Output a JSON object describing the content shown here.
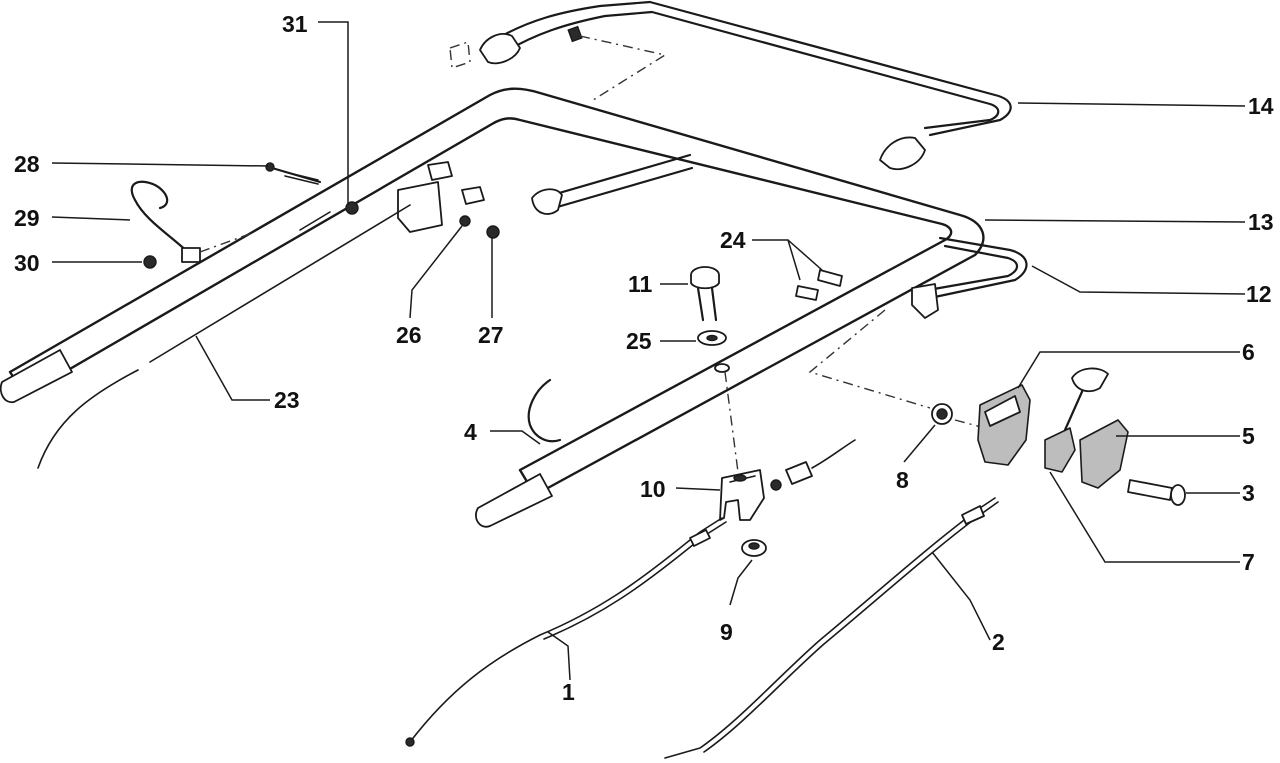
{
  "callouts": {
    "c1": "1",
    "c2": "2",
    "c3": "3",
    "c4": "4",
    "c5": "5",
    "c6": "6",
    "c7": "7",
    "c8": "8",
    "c9": "9",
    "c10": "10",
    "c11": "11",
    "c12": "12",
    "c13": "13",
    "c14": "14",
    "c23": "23",
    "c24": "24",
    "c25": "25",
    "c26": "26",
    "c27": "27",
    "c28": "28",
    "c29": "29",
    "c30": "30",
    "c31": "31"
  }
}
